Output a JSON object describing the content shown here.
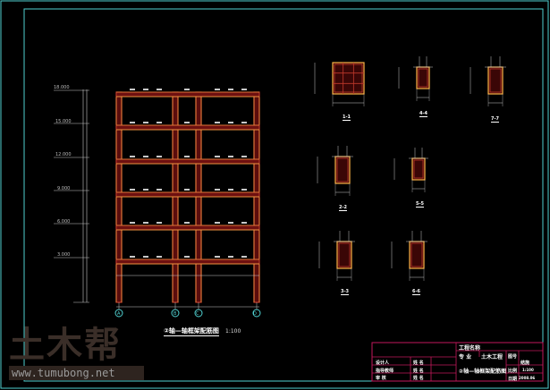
{
  "drawing": {
    "frame_title": "②轴—轴框架配筋图",
    "frame_scale": "1:100",
    "levels": [
      "18.000",
      "15.000",
      "12.000",
      "9.000",
      "6.000",
      "3.000"
    ],
    "axes": [
      "A",
      "B",
      "C",
      "D"
    ],
    "sections": [
      "1-1",
      "4-4",
      "7-7",
      "2-2",
      "5-5",
      "3-3",
      "6-6"
    ]
  },
  "title_block": {
    "project_label": "工程名称",
    "major_label": "专 业",
    "major_value": "土木工程",
    "drawing_no_label": "图号",
    "drawing_title": "②轴—轴框架配筋图",
    "rows": [
      {
        "role": "设计人",
        "name": "姓 名"
      },
      {
        "role": "指导教师",
        "name": "姓 名"
      },
      {
        "role": "审 核",
        "name": "姓 名"
      }
    ],
    "right_labels": [
      "比例",
      "日期"
    ],
    "right_values": [
      "结施",
      "1:100",
      "2008.06"
    ]
  },
  "watermark": {
    "logo": "土木帮",
    "url": "www.tumubong.net"
  },
  "colors": {
    "border": "#4fd0d0",
    "beam": "#c0392b",
    "outline": "#ffb347",
    "dim": "#c8c8c8",
    "title_block": "#c2185b"
  }
}
